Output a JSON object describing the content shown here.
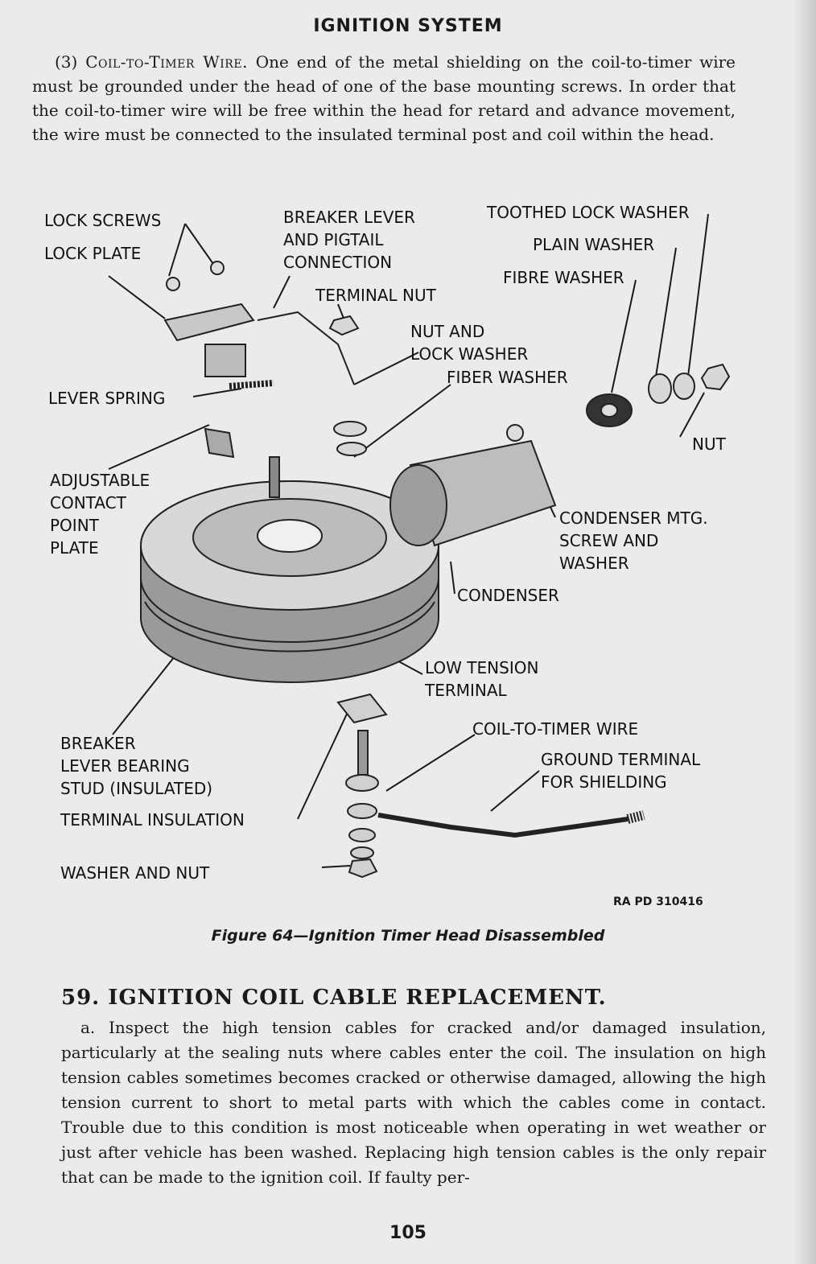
{
  "running_head": "IGNITION SYSTEM",
  "intro": {
    "number": "(3)",
    "term": "Coil-to-Timer Wire.",
    "text": "One end of the metal shielding on the coil-to-timer wire must be grounded under the head of one of the base mounting screws. In order that the coil-to-timer wire will be free within the head for retard and advance movement, the wire must be connected to the insulated terminal post and coil within the head."
  },
  "figure": {
    "callouts": {
      "lock_screws": "LOCK SCREWS",
      "lock_plate": "LOCK PLATE",
      "breaker_lever": "BREAKER LEVER\nAND PIGTAIL\nCONNECTION",
      "toothed_lock_washer": "TOOTHED  LOCK WASHER",
      "plain_washer": "PLAIN WASHER",
      "fibre_washer": "FIBRE WASHER",
      "terminal_nut": "TERMINAL NUT",
      "nut_and_lock_washer": "NUT AND\nLOCK WASHER",
      "fiber_washer": "FIBER WASHER",
      "lever_spring": "LEVER SPRING",
      "nut": "NUT",
      "adjustable_contact_point_plate": "ADJUSTABLE\nCONTACT\nPOINT\nPLATE",
      "condenser_mtg": "CONDENSER MTG.\nSCREW AND\nWASHER",
      "condenser": "CONDENSER",
      "low_tension_terminal": "LOW TENSION\nTERMINAL",
      "coil_to_timer_wire": "COIL-TO-TIMER WIRE",
      "breaker_lever_bearing_stud": "BREAKER\nLEVER BEARING\nSTUD (INSULATED)",
      "ground_terminal": "GROUND TERMINAL\nFOR SHIELDING",
      "terminal_insulation": "TERMINAL INSULATION",
      "washer_and_nut": "WASHER AND NUT"
    },
    "plate_id": "RA PD 310416",
    "caption": "Figure 64—Ignition Timer Head Disassembled"
  },
  "section": {
    "title": "59. IGNITION COIL CABLE REPLACEMENT.",
    "para_number": "a.",
    "text": "Inspect the high tension cables for cracked and/or damaged insulation, particularly at the sealing nuts where cables enter the coil. The insulation on high tension cables sometimes becomes cracked or otherwise damaged, allowing the high tension current to short to metal parts with which the cables come in contact. Trouble due to this condition is most noticeable when operating in wet weather or just after vehicle has been washed. Replacing high tension cables is the only repair that can be made to the ignition coil. If faulty per-"
  },
  "folio": "105"
}
